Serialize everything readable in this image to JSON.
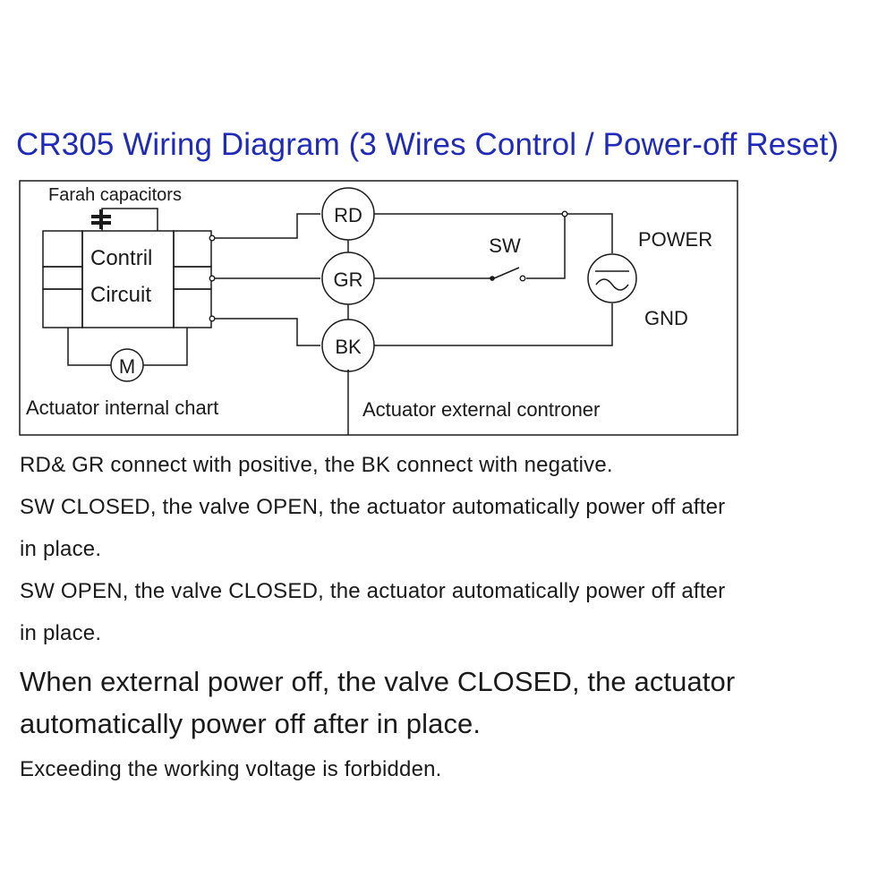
{
  "title": "CR305 Wiring Diagram (3 Wires Control / Power-off Reset)",
  "diagram": {
    "capacitor_label": "Farah capacitors",
    "circuit_line1": "Contril",
    "circuit_line2": "Circuit",
    "motor": "M",
    "wires": [
      "RD",
      "GR",
      "BK"
    ],
    "switch": "SW",
    "power": "POWER",
    "ground": "GND",
    "internal_caption": "Actuator internal chart",
    "external_caption": "Actuator external controner"
  },
  "notes": [
    "RD& GR connect with positive, the BK connect with negative.",
    "SW CLOSED, the valve OPEN,  the actuator automatically power off after",
    "in place.",
    "SW OPEN, the valve CLOSED,  the actuator automatically power off after",
    "in place.",
    "When external power off, the valve CLOSED, the actuator",
    "automatically power off after in place.",
    "Exceeding the working voltage is forbidden."
  ],
  "colors": {
    "title": "#1f2bb8",
    "line": "#1a1a1a"
  }
}
